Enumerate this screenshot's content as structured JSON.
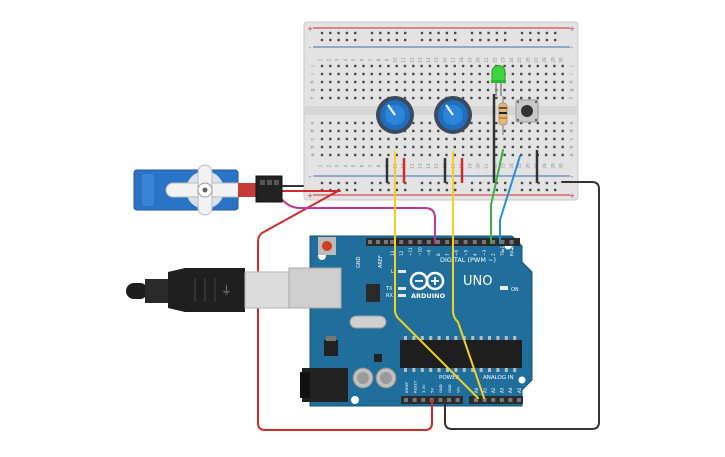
{
  "arduino": {
    "model_label": "UNO",
    "brand_label": "ARDUINO",
    "digital_header_label": "DIGITAL (PWM ~)",
    "power_header_label": "POWER",
    "analog_header_label": "ANALOG IN",
    "aref_label": "AREF",
    "on_led_label": "ON",
    "l_led_label": "L",
    "tx_led_label": "TX",
    "rx_led_label": "RX",
    "digital_pins": [
      "13",
      "12",
      "~11",
      "~10",
      "~9",
      "8",
      "7",
      "~6",
      "~5",
      "4",
      "~3",
      "2",
      "TX▸1",
      "RX◂0"
    ],
    "power_pins": [
      "IOREF",
      "RESET",
      "3.3V",
      "5V",
      "GND",
      "GND",
      "Vin"
    ],
    "analog_pins": [
      "A0",
      "A1",
      "A2",
      "A3",
      "A4",
      "A5"
    ]
  },
  "breadboard": {
    "row_letters_top": [
      "j",
      "i",
      "h",
      "g",
      "f"
    ],
    "row_letters_bottom": [
      "e",
      "d",
      "c",
      "b",
      "a"
    ],
    "column_numbers": [
      "1",
      "2",
      "3",
      "4",
      "5",
      "6",
      "7",
      "8",
      "9",
      "10",
      "11",
      "12",
      "13",
      "14",
      "15",
      "16",
      "17",
      "18",
      "19",
      "20",
      "21",
      "22",
      "23",
      "24",
      "25",
      "26",
      "27",
      "28",
      "29",
      "30"
    ]
  },
  "colors": {
    "board_blue": "#1f6e9c",
    "wire_red": "#d02a2a",
    "wire_yellow": "#f2d21f",
    "wire_green": "#3cb043",
    "wire_blue": "#2a90d0",
    "wire_black": "#333333",
    "wire_magenta": "#c0359a",
    "led_green": "#3fd43f",
    "servo_blue": "#2a74c6"
  }
}
